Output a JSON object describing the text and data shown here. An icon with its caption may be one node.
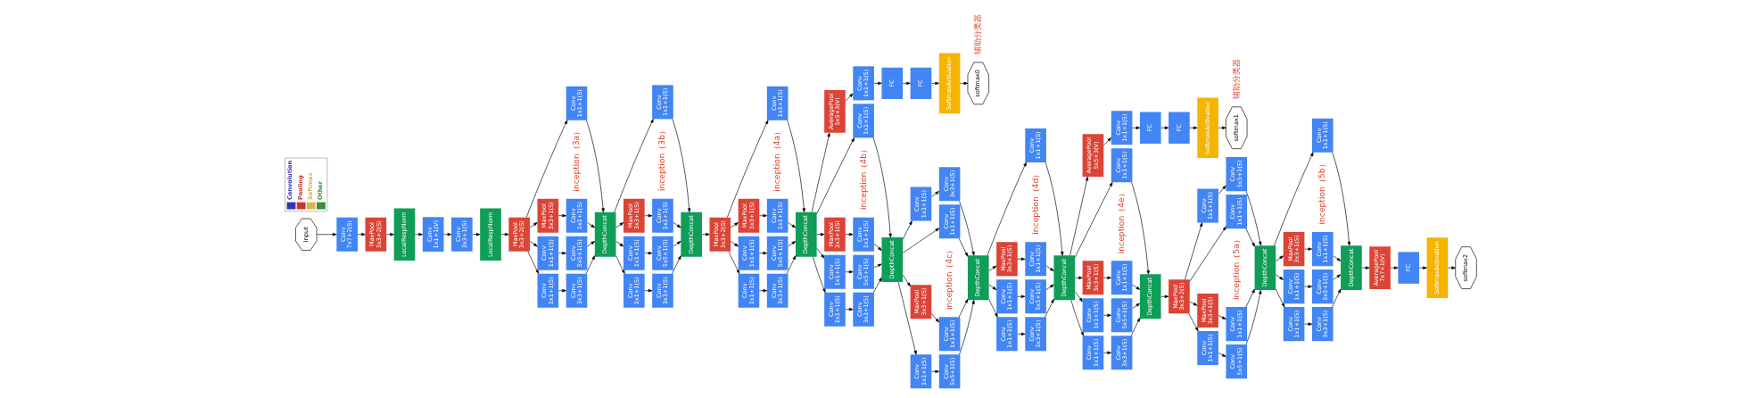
{
  "diagram": {
    "nodes": [
      {
        "text": [
          "input"
        ]
      },
      {
        "text": [
          "Conv 7x7+2(S)"
        ]
      },
      {
        "text": [
          "MaxPool 3x3+2(S)"
        ]
      },
      {
        "text": [
          "LocalRespNorm"
        ]
      },
      {
        "text": [
          "Conv 1x1+1(V)"
        ]
      },
      {
        "text": [
          "Conv 3x3+1(S)"
        ]
      },
      {
        "text": [
          "LocalRespNorm"
        ]
      },
      {
        "text": [
          "MaxPool 3x3+2(S)"
        ]
      },
      {
        "text": [
          "Conv 1x1+1(S)"
        ]
      },
      {
        "text": [
          "Conv 1x1+1(S)"
        ]
      },
      {
        "text": [
          "MaxPool 3x3+1(S)"
        ]
      },
      {
        "text": [
          "Conv 1x1+1(S)"
        ]
      },
      {
        "text": [
          "Conv 3x3+1(S)"
        ]
      },
      {
        "text": [
          "Conv 5x5+1(S)"
        ]
      },
      {
        "text": [
          "Conv 1x1+1(S)"
        ]
      },
      {
        "text": [
          "DepthConcat"
        ]
      },
      {
        "text": [
          "Conv 1x1+1(S)"
        ]
      },
      {
        "text": [
          "Conv 1x1+1(S)"
        ]
      },
      {
        "text": [
          "MaxPool 3x3+1(S)"
        ]
      },
      {
        "text": [
          "Conv 1x1+1(S)"
        ]
      },
      {
        "text": [
          "Conv 3x3+1(S)"
        ]
      },
      {
        "text": [
          "Conv 5x5+1(S)"
        ]
      },
      {
        "text": [
          "Conv 1x1+1(S)"
        ]
      },
      {
        "text": [
          "DepthConcat"
        ]
      },
      {
        "text": [
          "MaxPool 3x3+2(S)"
        ]
      },
      {
        "text": [
          "Conv 1x1+1(S)"
        ]
      },
      {
        "text": [
          "Conv 1x1+1(S)"
        ]
      },
      {
        "text": [
          "MaxPool 3x3+1(S)"
        ]
      },
      {
        "text": [
          "Conv 1x1+1(S)"
        ]
      },
      {
        "text": [
          "Conv 3x3+1(S)"
        ]
      },
      {
        "text": [
          "Conv 5x5+1(S)"
        ]
      },
      {
        "text": [
          "Conv 1x1+1(S)"
        ]
      },
      {
        "text": [
          "DepthConcat"
        ]
      },
      {
        "text": [
          "Conv 1x1+1(S)"
        ]
      },
      {
        "text": [
          "Conv 1x1+1(S)"
        ]
      },
      {
        "text": [
          "MaxPool 3x3+1(S)"
        ]
      },
      {
        "text": [
          "Conv 1x1+1(S)"
        ]
      },
      {
        "text": [
          "Conv 3x3+1(S)"
        ]
      },
      {
        "text": [
          "Conv 5x5+1(S)"
        ]
      },
      {
        "text": [
          "Conv 1x1+1(S)"
        ]
      },
      {
        "text": [
          "DepthConcat"
        ]
      },
      {
        "text": [
          "AveragePool 5x5+3(V)"
        ]
      },
      {
        "text": [
          "Conv 1x1+1(S)"
        ]
      },
      {
        "text": [
          "FC"
        ]
      },
      {
        "text": [
          "FC"
        ]
      },
      {
        "text": [
          "SoftmaxActivation"
        ]
      },
      {
        "text": [
          "softmax0"
        ],
        "beside": [
          "辅助分类器"
        ]
      },
      {
        "text": [
          "Conv 1x1+1(S)"
        ]
      },
      {
        "text": [
          "Conv 1x1+1(S)"
        ]
      },
      {
        "text": [
          "MaxPool 3x3+1(S)"
        ]
      },
      {
        "text": [
          "Conv 1x1+1(S)"
        ]
      },
      {
        "text": [
          "Conv 3x3+1(S)"
        ]
      },
      {
        "text": [
          "Conv 5x5+1(S)"
        ]
      },
      {
        "text": [
          "Conv 1x1+1(S)"
        ]
      },
      {
        "text": [
          "DepthConcat"
        ]
      },
      {
        "text": [
          "Conv 1x1+1(S)"
        ]
      },
      {
        "text": [
          "Conv 1x1+1(S)"
        ]
      },
      {
        "text": [
          "MaxPool 3x3+1(S)"
        ]
      },
      {
        "text": [
          "Conv 1x1+1(S)"
        ]
      },
      {
        "text": [
          "Conv 3x3+1(S)"
        ]
      },
      {
        "text": [
          "Conv 5x5+1(S)"
        ]
      },
      {
        "text": [
          "Conv 1x1+1(S)"
        ]
      },
      {
        "text": [
          "DepthConcat"
        ]
      },
      {
        "text": [
          "Conv 1x1+1(S)"
        ]
      },
      {
        "text": [
          "Conv 1x1+1(S)"
        ]
      },
      {
        "text": [
          "MaxPool 3x3+1(S)"
        ]
      },
      {
        "text": [
          "Conv 1x1+1(S)"
        ]
      },
      {
        "text": [
          "Conv 3x3+1(S)"
        ]
      },
      {
        "text": [
          "Conv 5x5+1(S)"
        ]
      },
      {
        "text": [
          "Conv 1x1+1(S)"
        ]
      },
      {
        "text": [
          "DepthConcat"
        ]
      },
      {
        "text": [
          "AveragePool 5x5+3(V)"
        ]
      },
      {
        "text": [
          "Conv 1x1+1(S)"
        ]
      },
      {
        "text": [
          "FC"
        ]
      },
      {
        "text": [
          "FC"
        ]
      },
      {
        "text": [
          "SoftmaxActivation"
        ]
      },
      {
        "text": [
          "softmax1"
        ],
        "beside": [
          "辅助分类器"
        ]
      },
      {
        "text": [
          "MaxPool 3x3+2(S)"
        ]
      },
      {
        "text": [
          "Conv 1x1+1(S)"
        ]
      },
      {
        "text": [
          "Conv 1x1+1(S)"
        ]
      },
      {
        "text": [
          "MaxPool 3x3+1(S)"
        ]
      },
      {
        "text": [
          "Conv 1x1+1(S)"
        ]
      },
      {
        "text": [
          "Conv 3x3+1(S)"
        ]
      },
      {
        "text": [
          "Conv 5x5+1(S)"
        ]
      },
      {
        "text": [
          "Conv 1x1+1(S)"
        ]
      },
      {
        "text": [
          "DepthConcat"
        ]
      },
      {
        "text": [
          "Conv 1x1+1(S)"
        ]
      },
      {
        "text": [
          "Conv 1x1+1(S)"
        ]
      },
      {
        "text": [
          "MaxPool 3x3+1(S)"
        ]
      },
      {
        "text": [
          "Conv 1x1+1(S)"
        ]
      },
      {
        "text": [
          "Conv 3x3+1(S)"
        ]
      },
      {
        "text": [
          "Conv 5x5+1(S)"
        ]
      },
      {
        "text": [
          "Conv 1x1+1(S)"
        ]
      },
      {
        "text": [
          "DepthConcat"
        ]
      },
      {
        "text": [
          "AveragePool 7x7+1(V)"
        ]
      },
      {
        "text": [
          "FC"
        ]
      },
      {
        "text": [
          "SoftmaxActivation"
        ]
      },
      {
        "text": [
          "softmax2"
        ]
      }
    ],
    "edges": [
      {
        "from": 0,
        "to": 1,
        "arrow": "to"
      },
      {
        "from": 1,
        "to": 2,
        "arrow": "to"
      },
      {
        "from": 2,
        "to": 3,
        "arrow": "to"
      },
      {
        "from": 3,
        "to": 4,
        "arrow": "to"
      },
      {
        "from": 4,
        "to": 5,
        "arrow": "to"
      },
      {
        "from": 5,
        "to": 6,
        "arrow": "to"
      },
      {
        "from": 6,
        "to": 7,
        "arrow": "to"
      },
      {
        "from": 7,
        "to": 11,
        "arrow": "to"
      },
      {
        "from": 7,
        "to": 8,
        "arrow": "to"
      },
      {
        "from": 7,
        "to": 9,
        "arrow": "to"
      },
      {
        "from": 7,
        "to": 10,
        "arrow": "to"
      },
      {
        "from": 8,
        "to": 12,
        "arrow": "to"
      },
      {
        "from": 9,
        "to": 13,
        "arrow": "to"
      },
      {
        "from": 10,
        "to": 14,
        "arrow": "to"
      },
      {
        "from": 11,
        "to": 15,
        "arrow": "to"
      },
      {
        "from": 12,
        "to": 15,
        "arrow": "to"
      },
      {
        "from": 13,
        "to": 15,
        "arrow": "to"
      },
      {
        "from": 14,
        "to": 15,
        "arrow": "to"
      },
      {
        "from": 15,
        "to": 19,
        "arrow": "to"
      },
      {
        "from": 15,
        "to": 16,
        "arrow": "to"
      },
      {
        "from": 15,
        "to": 17,
        "arrow": "to"
      },
      {
        "from": 15,
        "to": 18,
        "arrow": "to"
      },
      {
        "from": 16,
        "to": 20,
        "arrow": "to"
      },
      {
        "from": 17,
        "to": 21,
        "arrow": "to"
      },
      {
        "from": 18,
        "to": 22,
        "arrow": "to"
      },
      {
        "from": 19,
        "to": 23,
        "arrow": "to"
      },
      {
        "from": 20,
        "to": 23,
        "arrow": "to"
      },
      {
        "from": 21,
        "to": 23,
        "arrow": "to"
      },
      {
        "from": 22,
        "to": 23,
        "arrow": "to"
      },
      {
        "from": 23,
        "to": 24,
        "arrow": "to"
      },
      {
        "from": 24,
        "to": 28,
        "arrow": "to"
      },
      {
        "from": 24,
        "to": 25,
        "arrow": "to"
      },
      {
        "from": 24,
        "to": 26,
        "arrow": "to"
      },
      {
        "from": 24,
        "to": 27,
        "arrow": "to"
      },
      {
        "from": 25,
        "to": 29,
        "arrow": "to"
      },
      {
        "from": 26,
        "to": 30,
        "arrow": "to"
      },
      {
        "from": 27,
        "to": 31,
        "arrow": "to"
      },
      {
        "from": 28,
        "to": 32,
        "arrow": "to"
      },
      {
        "from": 29,
        "to": 32,
        "arrow": "to"
      },
      {
        "from": 30,
        "to": 32,
        "arrow": "to"
      },
      {
        "from": 31,
        "to": 32,
        "arrow": "to"
      },
      {
        "from": 32,
        "to": 36,
        "arrow": "to"
      },
      {
        "from": 32,
        "to": 33,
        "arrow": "to"
      },
      {
        "from": 32,
        "to": 34,
        "arrow": "to"
      },
      {
        "from": 32,
        "to": 35,
        "arrow": "to"
      },
      {
        "from": 33,
        "to": 37,
        "arrow": "to"
      },
      {
        "from": 34,
        "to": 38,
        "arrow": "to"
      },
      {
        "from": 35,
        "to": 39,
        "arrow": "to"
      },
      {
        "from": 36,
        "to": 40,
        "arrow": "to"
      },
      {
        "from": 37,
        "to": 40,
        "arrow": "to"
      },
      {
        "from": 38,
        "to": 40,
        "arrow": "to"
      },
      {
        "from": 39,
        "to": 40,
        "arrow": "to"
      },
      {
        "from": 32,
        "to": 41,
        "arrow": "to"
      },
      {
        "from": 41,
        "to": 42,
        "arrow": "to"
      },
      {
        "from": 42,
        "to": 43,
        "arrow": "to"
      },
      {
        "from": 43,
        "to": 44,
        "arrow": "to"
      },
      {
        "from": 44,
        "to": 45,
        "arrow": "to"
      },
      {
        "from": 45,
        "to": 46,
        "arrow": "to"
      },
      {
        "from": 40,
        "to": 50,
        "arrow": "to"
      },
      {
        "from": 40,
        "to": 47,
        "arrow": "to"
      },
      {
        "from": 40,
        "to": 48,
        "arrow": "to"
      },
      {
        "from": 40,
        "to": 49,
        "arrow": "to"
      },
      {
        "from": 47,
        "to": 51,
        "arrow": "to"
      },
      {
        "from": 48,
        "to": 52,
        "arrow": "to"
      },
      {
        "from": 49,
        "to": 53,
        "arrow": "to"
      },
      {
        "from": 50,
        "to": 54,
        "arrow": "to"
      },
      {
        "from": 51,
        "to": 54,
        "arrow": "to"
      },
      {
        "from": 52,
        "to": 54,
        "arrow": "to"
      },
      {
        "from": 53,
        "to": 54,
        "arrow": "to"
      },
      {
        "from": 54,
        "to": 58,
        "arrow": "to"
      },
      {
        "from": 54,
        "to": 55,
        "arrow": "to"
      },
      {
        "from": 54,
        "to": 56,
        "arrow": "to"
      },
      {
        "from": 54,
        "to": 57,
        "arrow": "to"
      },
      {
        "from": 55,
        "to": 59,
        "arrow": "to"
      },
      {
        "from": 56,
        "to": 60,
        "arrow": "to"
      },
      {
        "from": 57,
        "to": 61,
        "arrow": "to"
      },
      {
        "from": 58,
        "to": 62,
        "arrow": "to"
      },
      {
        "from": 59,
        "to": 62,
        "arrow": "to"
      },
      {
        "from": 60,
        "to": 62,
        "arrow": "to"
      },
      {
        "from": 61,
        "to": 62,
        "arrow": "to"
      },
      {
        "from": 62,
        "to": 66,
        "arrow": "to"
      },
      {
        "from": 62,
        "to": 63,
        "arrow": "to"
      },
      {
        "from": 62,
        "to": 64,
        "arrow": "to"
      },
      {
        "from": 62,
        "to": 65,
        "arrow": "to"
      },
      {
        "from": 63,
        "to": 67,
        "arrow": "to"
      },
      {
        "from": 64,
        "to": 68,
        "arrow": "to"
      },
      {
        "from": 65,
        "to": 69,
        "arrow": "to"
      },
      {
        "from": 66,
        "to": 70,
        "arrow": "to"
      },
      {
        "from": 67,
        "to": 70,
        "arrow": "to"
      },
      {
        "from": 68,
        "to": 70,
        "arrow": "to"
      },
      {
        "from": 69,
        "to": 70,
        "arrow": "to"
      },
      {
        "from": 62,
        "to": 71,
        "arrow": "to"
      },
      {
        "from": 71,
        "to": 72,
        "arrow": "to"
      },
      {
        "from": 72,
        "to": 73,
        "arrow": "to"
      },
      {
        "from": 73,
        "to": 74,
        "arrow": "to"
      },
      {
        "from": 74,
        "to": 75,
        "arrow": "to"
      },
      {
        "from": 75,
        "to": 76,
        "arrow": "to"
      },
      {
        "from": 70,
        "to": 77,
        "arrow": "to"
      },
      {
        "from": 77,
        "to": 81,
        "arrow": "to"
      },
      {
        "from": 77,
        "to": 78,
        "arrow": "to"
      },
      {
        "from": 77,
        "to": 79,
        "arrow": "to"
      },
      {
        "from": 77,
        "to": 80,
        "arrow": "to"
      },
      {
        "from": 78,
        "to": 82,
        "arrow": "to"
      },
      {
        "from": 79,
        "to": 83,
        "arrow": "to"
      },
      {
        "from": 80,
        "to": 84,
        "arrow": "to"
      },
      {
        "from": 81,
        "to": 85,
        "arrow": "to"
      },
      {
        "from": 82,
        "to": 85,
        "arrow": "to"
      },
      {
        "from": 83,
        "to": 85,
        "arrow": "to"
      },
      {
        "from": 84,
        "to": 85,
        "arrow": "to"
      },
      {
        "from": 85,
        "to": 89,
        "arrow": "to"
      },
      {
        "from": 85,
        "to": 86,
        "arrow": "to"
      },
      {
        "from": 85,
        "to": 87,
        "arrow": "to"
      },
      {
        "from": 85,
        "to": 88,
        "arrow": "to"
      },
      {
        "from": 86,
        "to": 90,
        "arrow": "to"
      },
      {
        "from": 87,
        "to": 91,
        "arrow": "to"
      },
      {
        "from": 88,
        "to": 92,
        "arrow": "to"
      },
      {
        "from": 89,
        "to": 93,
        "arrow": "to"
      },
      {
        "from": 90,
        "to": 93,
        "arrow": "to"
      },
      {
        "from": 91,
        "to": 93,
        "arrow": "to"
      },
      {
        "from": 92,
        "to": 93,
        "arrow": "to"
      },
      {
        "from": 93,
        "to": 94,
        "arrow": "to"
      },
      {
        "from": 94,
        "to": 95,
        "arrow": "to"
      },
      {
        "from": 95,
        "to": 96,
        "arrow": "to"
      },
      {
        "from": 96,
        "to": 97,
        "arrow": "to"
      }
    ],
    "labels": [
      "inception（3a）",
      "inception（3b）",
      "inception（4a）",
      "inception（4b）",
      "inception（4c）",
      "inception（4d）",
      "inception（4e）",
      "inception（5a）",
      "inception（5b）"
    ],
    "legend": [
      {
        "text": "Convolution",
        "color": "#3333b3"
      },
      {
        "text": "Pooling",
        "color": "#cc3333"
      },
      {
        "text": "Softmax",
        "color": "#d9b44a"
      },
      {
        "text": "Other",
        "color": "#3c8c3c"
      }
    ]
  }
}
